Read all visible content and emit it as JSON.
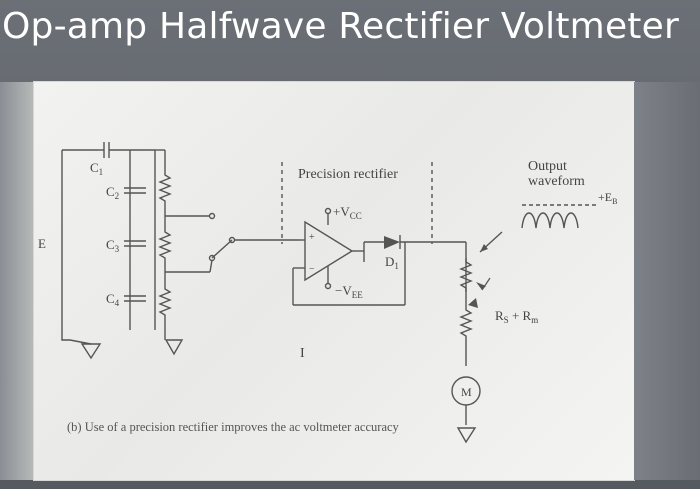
{
  "slide": {
    "title": "Op-amp Halfwave Rectifier Voltmeter"
  },
  "diagram": {
    "labels": {
      "c1": "C",
      "c1_sub": "1",
      "c2": "C",
      "c2_sub": "2",
      "c3": "C",
      "c3_sub": "3",
      "c4": "C",
      "c4_sub": "4",
      "e": "E",
      "precision_rectifier": "Precision rectifier",
      "vcc": "+V",
      "vcc_sub": "CC",
      "vee": "−V",
      "vee_sub": "EE",
      "d1": "D",
      "d1_sub": "1",
      "plus": "+",
      "minus": "−",
      "output_line1": "Output",
      "output_line2": "waveform",
      "eb": "+E",
      "eb_sub": "B",
      "rs_rm": "R",
      "rs_sub": "S",
      "rs_plus": " + R",
      "rm_sub": "m",
      "meter": "M",
      "current": "I"
    },
    "caption": "(b)  Use of a precision rectifier improves the ac voltmeter accuracy"
  },
  "colors": {
    "background": "#5b5f66",
    "figure_paper": "#efefed",
    "title_text": "#ffffff",
    "line": "#555555"
  }
}
